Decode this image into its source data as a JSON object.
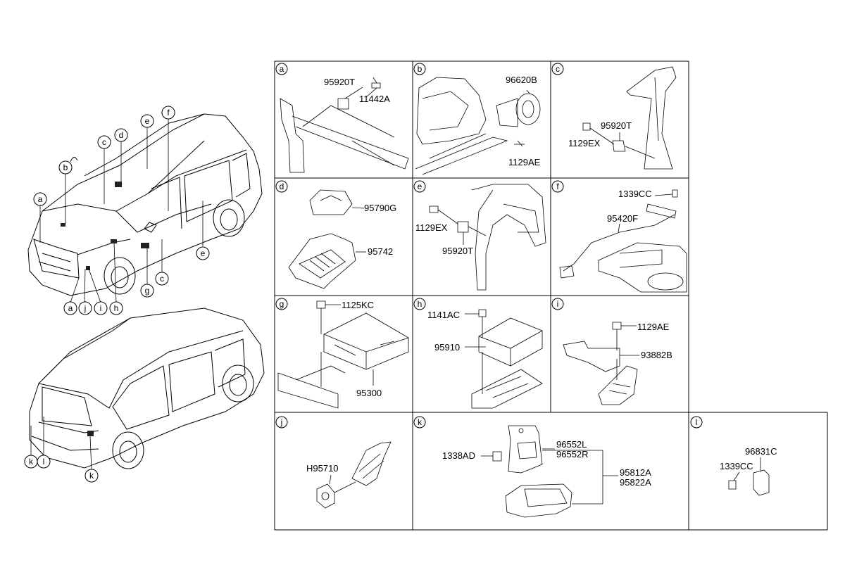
{
  "car_callouts": [
    "a",
    "b",
    "c",
    "d",
    "e",
    "f",
    "g",
    "h",
    "i",
    "j",
    "k",
    "l"
  ],
  "front_view_callouts": {
    "b": "b",
    "c_top": "c",
    "d": "d",
    "e_top": "e",
    "f": "f",
    "a_left": "a",
    "e_right": "e",
    "g": "g",
    "c_bottom": "c",
    "h": "h",
    "i": "i",
    "j": "j",
    "a_bottom": "a"
  },
  "rear_view_callouts": {
    "k_left": "k",
    "l": "l",
    "k_right": "k"
  },
  "panels": [
    {
      "id": "a",
      "parts": [
        "95920T",
        "11442A"
      ]
    },
    {
      "id": "b",
      "parts": [
        "96620B",
        "1129AE"
      ]
    },
    {
      "id": "c",
      "parts": [
        "95920T",
        "1129EX"
      ]
    },
    {
      "id": "d",
      "parts": [
        "95790G",
        "95742"
      ]
    },
    {
      "id": "e",
      "parts": [
        "1129EX",
        "95920T"
      ]
    },
    {
      "id": "f",
      "parts": [
        "1339CC",
        "95420F"
      ]
    },
    {
      "id": "g",
      "parts": [
        "1125KC",
        "95300"
      ]
    },
    {
      "id": "h",
      "parts": [
        "1141AC",
        "95910"
      ]
    },
    {
      "id": "i",
      "parts": [
        "1129AE",
        "93882B"
      ]
    },
    {
      "id": "j",
      "parts": [
        "H95710"
      ]
    },
    {
      "id": "k",
      "parts": [
        "96552L",
        "96552R",
        "1338AD",
        "95812A",
        "95822A"
      ]
    },
    {
      "id": "l",
      "parts": [
        "96831C",
        "1339CC"
      ]
    }
  ]
}
